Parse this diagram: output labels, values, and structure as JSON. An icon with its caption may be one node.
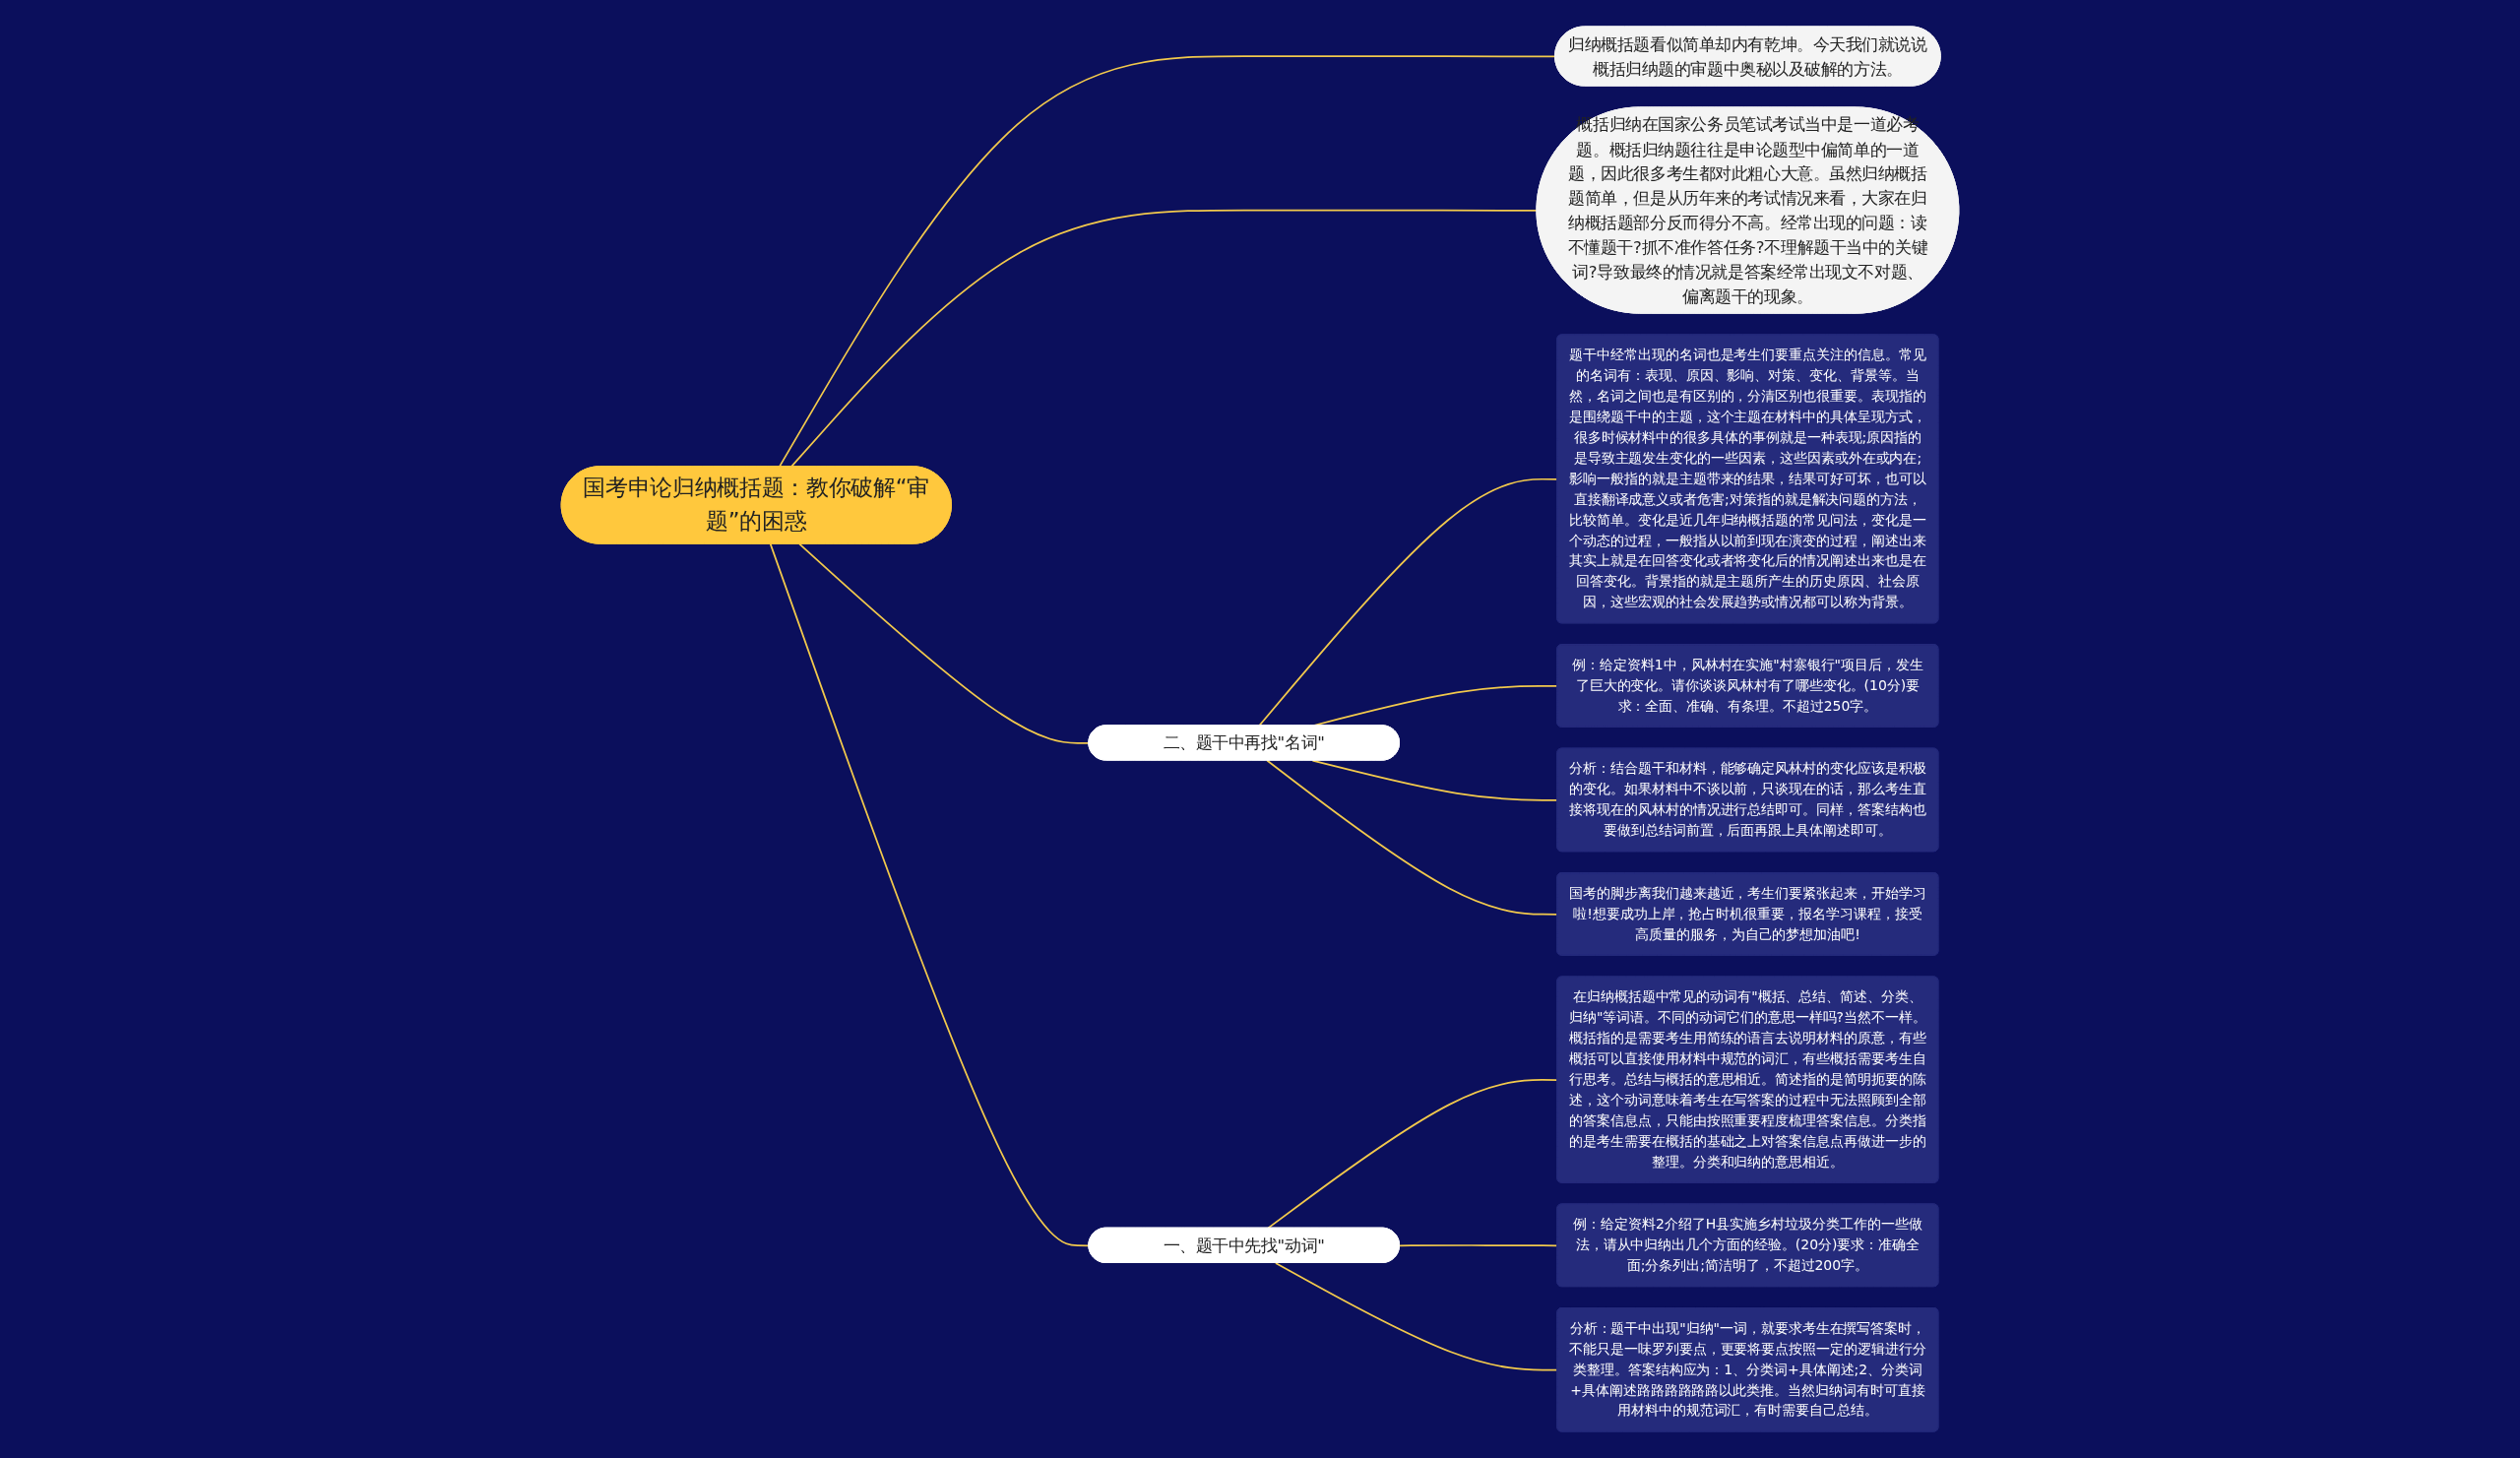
{
  "diagram": {
    "nodes": [
      {
        "text": [
          "国考申论归纳概括题：教你破解“审题”的困惑"
        ]
      },
      {
        "text": [
          "归纳概括题看似简单却内有乾坤。今天我们就说说概括归纳题的审题中奥秘以及破解的方法。"
        ]
      },
      {
        "text": [
          "概括归纳在国家公务员笔试考试当中是一道必考题。概括归纳题往往是申论题型中偏简单的一道题，因此很多考生都对此粗心大意。虽然归纳概括题简单，但是从历年来的考试情况来看，大家在归纳概括题部分反而得分不高。经常出现的问题：读不懂题干?抓不准作答任务?不理解题干当中的关键词?导致最终的情况就是答案经常出现文不对题、偏离题干的现象。"
        ]
      },
      {
        "text": [
          "二、题干中再找\"名词\""
        ]
      },
      {
        "text": [
          "题干中经常出现的名词也是考生们要重点关注的信息。常见的名词有：表现、原因、影响、对策、变化、背景等。当然，名词之间也是有区别的，分清区别也很重要。表现指的是围绕题干中的主题，这个主题在材料中的具体呈现方式，很多时候材料中的很多具体的事例就是一种表现;原因指的是导致主题发生变化的一些因素，这些因素或外在或内在;影响一般指的就是主题带来的结果，结果可好可坏，也可以直接翻译成意义或者危害;对策指的就是解决问题的方法，比较简单。变化是近几年归纳概括题的常见问法，变化是一个动态的过程，一般指从以前到现在演变的过程，阐述出来其实上就是在回答变化或者将变化后的情况阐述出来也是在回答变化。背景指的就是主题所产生的历史原因、社会原因，这些宏观的社会发展趋势或情况都可以称为背景。"
        ]
      },
      {
        "text": [
          "例：给定资料1中，风林村在实施\"村寨银行\"项目后，发生了巨大的变化。请你谈谈风林村有了哪些变化。(10分)要求：全面、准确、有条理。不超过250字。"
        ]
      },
      {
        "text": [
          "分析：结合题干和材料，能够确定风林村的变化应该是积极的变化。如果材料中不谈以前，只谈现在的话，那么考生直接将现在的风林村的情况进行总结即可。同样，答案结构也要做到总结词前置，后面再跟上具体阐述即可。"
        ]
      },
      {
        "text": [
          "国考的脚步离我们越来越近，考生们要紧张起来，开始学习啦!想要成功上岸，抢占时机很重要，报名学习课程，接受高质量的服务，为自己的梦想加油吧!"
        ]
      },
      {
        "text": [
          "一、题干中先找\"动词\""
        ]
      },
      {
        "text": [
          "在归纳概括题中常见的动词有\"概括、总结、简述、分类、归纳\"等词语。不同的动词它们的意思一样吗?当然不一样。概括指的是需要考生用简练的语言去说明材料的原意，有些概括可以直接使用材料中规范的词汇，有些概括需要考生自行思考。总结与概括的意思相近。简述指的是简明扼要的陈述，这个动词意味着考生在写答案的过程中无法照顾到全部的答案信息点，只能由按照重要程度梳理答案信息。分类指的是考生需要在概括的基础之上对答案信息点再做进一步的整理。分类和归纳的意思相近。"
        ]
      },
      {
        "text": [
          "例：给定资料2介绍了H县实施乡村垃圾分类工作的一些做法，请从中归纳出几个方面的经验。(20分)要求：准确全面;分条列出;简洁明了，不超过200字。"
        ]
      },
      {
        "text": [
          "分析：题干中出现\"归纳\"一词，就要求考生在撰写答案时，不能只是一味罗列要点，更要将要点按照一定的逻辑进行分类整理。答案结构应为：1、分类词+具体阐述;2、分类词+具体阐述路路路路路路以此类推。当然归纳词有时可直接用材料中的规范词汇，有时需要自己总结。"
        ]
      }
    ],
    "edges": [
      {
        "from": 0,
        "to": 1,
        "arrow": "none"
      },
      {
        "from": 0,
        "to": 2,
        "arrow": "none"
      },
      {
        "from": 0,
        "to": 3,
        "arrow": "none"
      },
      {
        "from": 3,
        "to": 4,
        "arrow": "none"
      },
      {
        "from": 3,
        "to": 5,
        "arrow": "none"
      },
      {
        "from": 3,
        "to": 6,
        "arrow": "none"
      },
      {
        "from": 3,
        "to": 7,
        "arrow": "none"
      },
      {
        "from": 0,
        "to": 8,
        "arrow": "none"
      },
      {
        "from": 8,
        "to": 9,
        "arrow": "none"
      },
      {
        "from": 8,
        "to": 10,
        "arrow": "none"
      },
      {
        "from": 8,
        "to": 11,
        "arrow": "none"
      }
    ]
  }
}
